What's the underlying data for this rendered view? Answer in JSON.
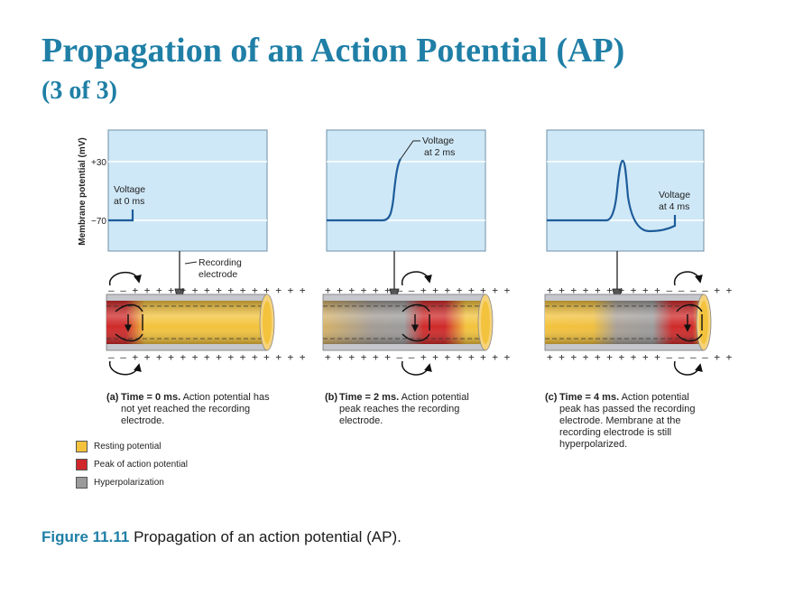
{
  "slide": {
    "title": "Propagation of an Action Potential (AP)",
    "subtitle": "(3 of 3)"
  },
  "figure": {
    "y_axis_label": "Membrane potential (mV)",
    "y_ticks": [
      "+30",
      "−70"
    ],
    "recording_electrode_label": [
      "Recording",
      "electrode"
    ],
    "panels": [
      {
        "voltage_label": [
          "Voltage",
          "at 0 ms"
        ],
        "letter": "(a)",
        "heading": "Time = 0 ms.",
        "desc_first": "Action potential has",
        "desc_rest": [
          "not yet reached the recording",
          "electrode."
        ]
      },
      {
        "voltage_label": [
          "Voltage",
          "at 2 ms"
        ],
        "letter": "(b)",
        "heading": "Time = 2 ms.",
        "desc_first": "Action potential",
        "desc_rest": [
          "peak reaches the recording",
          "electrode."
        ]
      },
      {
        "voltage_label": [
          "Voltage",
          "at 4 ms"
        ],
        "letter": "(c)",
        "heading": "Time = 4 ms.",
        "desc_first": "Action potential",
        "desc_rest": [
          "peak has passed the recording",
          "electrode. Membrane at the",
          "recording electrode is still",
          "hyperpolarized."
        ]
      }
    ]
  },
  "legend": [
    {
      "label": "Resting potential",
      "color": "#f3c33d"
    },
    {
      "label": "Peak of action potential",
      "color": "#d0272b"
    },
    {
      "label": "Hyperpolarization",
      "color": "#9b9b9b"
    }
  ],
  "caption": {
    "figure_label": "Figure 11.11",
    "text": "Propagation of an action potential (AP)."
  },
  "colors": {
    "title": "#1f7fa6",
    "graph_bg": "#cfe8f7",
    "trace": "#1d5c9a",
    "resting": "#f3c33d",
    "peak": "#d0272b",
    "hyperpolarization": "#9b9b9b"
  }
}
